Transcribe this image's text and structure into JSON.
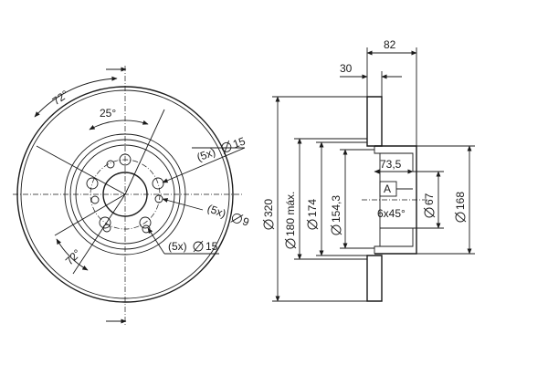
{
  "front_view": {
    "angle_top": "72°",
    "angle_inner": "25°",
    "angle_bottom": "72°",
    "holes_15_top": "(5x)",
    "holes_15_top_dia": "15",
    "holes_9": "(5x)",
    "holes_9_dia": "9",
    "holes_15_bottom": "(5x)",
    "holes_15_bottom_dia": "15"
  },
  "section_view": {
    "width_82": "82",
    "width_30": "30",
    "dia_320": "320",
    "dia_180": "180 máx.",
    "dia_174": "174",
    "dia_154": "154,3",
    "dim_73": "73,5",
    "datum": "A",
    "dia_67": "67",
    "dia_168": "168",
    "chamfer": "6x45°"
  },
  "colors": {
    "line": "#1a1a1a",
    "background": "#ffffff"
  }
}
